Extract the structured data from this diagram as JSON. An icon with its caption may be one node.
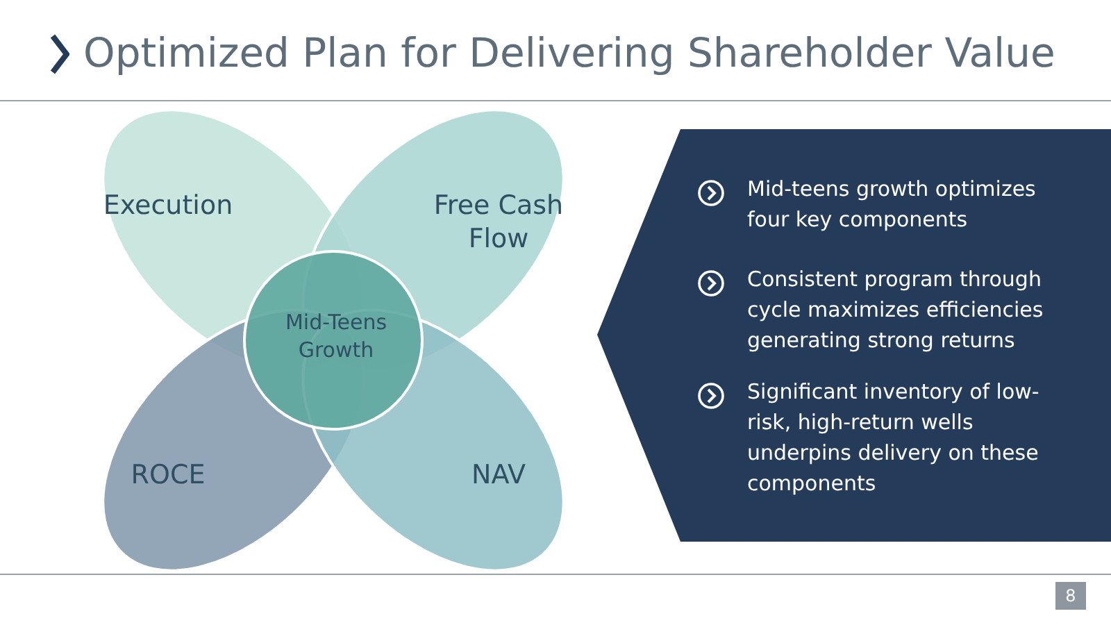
{
  "diagram": {
    "title": "Optimized Plan for Delivering Shareholder Value",
    "nodes": [
      {
        "text": [
          "Execution"
        ]
      },
      {
        "text": [
          "Free Cash Flow"
        ]
      },
      {
        "text": [
          "ROCE"
        ]
      },
      {
        "text": [
          "NAV"
        ]
      },
      {
        "text": [
          "Mid-Teens Growth"
        ]
      },
      {
        "text": [
          "Mid-teens growth optimizes four key components",
          "Consistent program through cycle maximizes efficiencies generating strong returns",
          "Significant inventory of low-risk, high-return wells underpins delivery on these components"
        ]
      }
    ],
    "labels": [
      "8"
    ]
  }
}
